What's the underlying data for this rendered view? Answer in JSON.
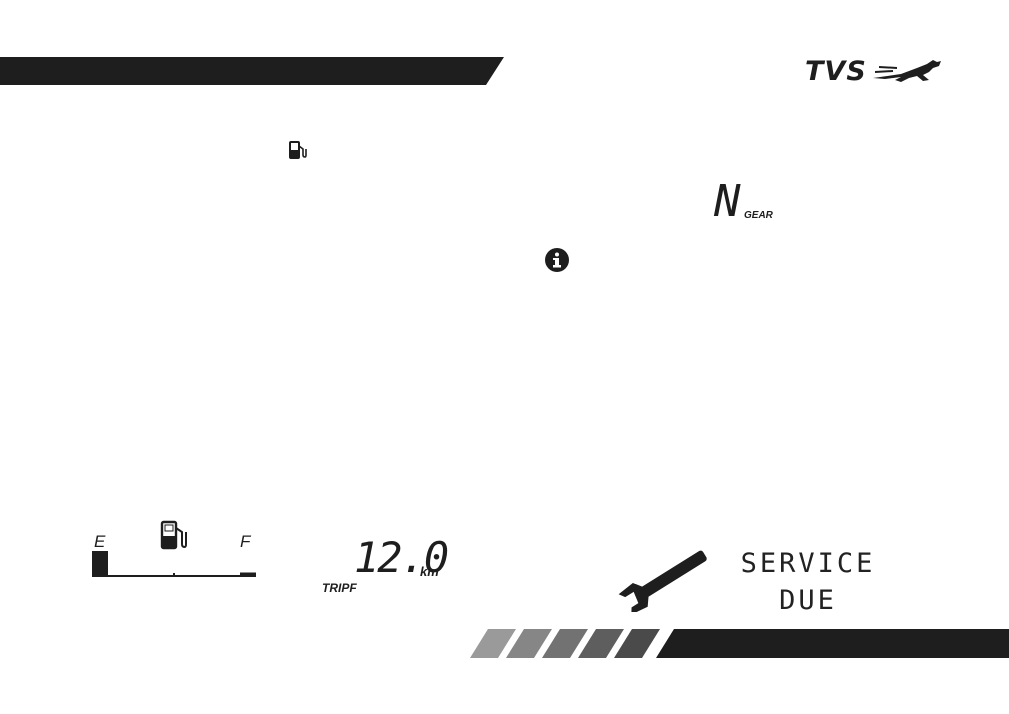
{
  "brand": {
    "name": "TVS",
    "logo_icon": "horse-icon"
  },
  "colors": {
    "dark": "#1e1e1e"
  },
  "icons": {
    "fuel_small": "fuel-pump-icon",
    "info": "info-icon",
    "wrench": "wrench-icon"
  },
  "gear": {
    "value": "N",
    "label": "GEAR"
  },
  "fuel_gauge": {
    "empty_label": "E",
    "full_label": "F",
    "level": 0.1
  },
  "trip": {
    "value": "12.0",
    "unit": "km",
    "label": "TRIPF"
  },
  "service": {
    "line1": "SERVICE",
    "line2": "DUE"
  }
}
